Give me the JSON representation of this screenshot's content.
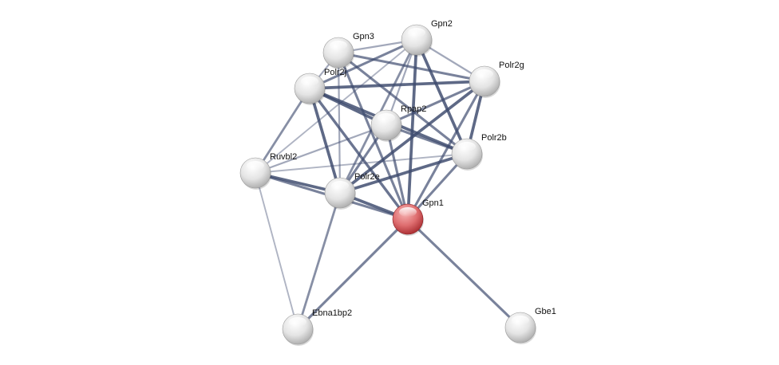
{
  "network": {
    "query_node": "Gpn1",
    "colors": {
      "query": "#d9595c",
      "node": "#e6e6e6",
      "edge": "#3d4a6e"
    },
    "nodes": [
      {
        "id": "Gpn3"
      },
      {
        "id": "Gpn2"
      },
      {
        "id": "Polr2g"
      },
      {
        "id": "Polr2j"
      },
      {
        "id": "Rpap2"
      },
      {
        "id": "Polr2b"
      },
      {
        "id": "Ruvbl2"
      },
      {
        "id": "Polr2e"
      },
      {
        "id": "Gpn1"
      },
      {
        "id": "Ebna1bp2"
      },
      {
        "id": "Gbe1"
      }
    ],
    "edges": [
      {
        "source": "Gpn3",
        "target": "Gpn2",
        "score": 0.4
      },
      {
        "source": "Gpn3",
        "target": "Polr2g",
        "score": 0.7
      },
      {
        "source": "Gpn3",
        "target": "Polr2j",
        "score": 0.4
      },
      {
        "source": "Gpn3",
        "target": "Polr2b",
        "score": 0.7
      },
      {
        "source": "Gpn3",
        "target": "Gpn1",
        "score": 0.7
      },
      {
        "source": "Gpn3",
        "target": "Polr2e",
        "score": 0.4
      },
      {
        "source": "Gpn2",
        "target": "Polr2j",
        "score": 0.7
      },
      {
        "source": "Gpn2",
        "target": "Polr2g",
        "score": 0.4
      },
      {
        "source": "Gpn2",
        "target": "Rpap2",
        "score": 0.4
      },
      {
        "source": "Gpn2",
        "target": "Gpn1",
        "score": 0.9
      },
      {
        "source": "Gpn2",
        "target": "Polr2b",
        "score": 0.9
      },
      {
        "source": "Gpn2",
        "target": "Polr2e",
        "score": 0.6
      },
      {
        "source": "Gpn2",
        "target": "Ruvbl2",
        "score": 0.3
      },
      {
        "source": "Polr2j",
        "target": "Polr2g",
        "score": 0.9
      },
      {
        "source": "Polr2j",
        "target": "Rpap2",
        "score": 0.9
      },
      {
        "source": "Polr2j",
        "target": "Polr2b",
        "score": 0.9
      },
      {
        "source": "Polr2j",
        "target": "Polr2e",
        "score": 0.9
      },
      {
        "source": "Polr2j",
        "target": "Gpn1",
        "score": 0.8
      },
      {
        "source": "Polr2j",
        "target": "Ruvbl2",
        "score": 0.6
      },
      {
        "source": "Polr2g",
        "target": "Rpap2",
        "score": 0.7
      },
      {
        "source": "Polr2g",
        "target": "Polr2b",
        "score": 0.9
      },
      {
        "source": "Polr2g",
        "target": "Polr2e",
        "score": 0.9
      },
      {
        "source": "Polr2g",
        "target": "Gpn1",
        "score": 0.7
      },
      {
        "source": "Rpap2",
        "target": "Polr2b",
        "score": 0.7
      },
      {
        "source": "Rpap2",
        "target": "Gpn1",
        "score": 0.7
      },
      {
        "source": "Rpap2",
        "target": "Polr2e",
        "score": 0.7
      },
      {
        "source": "Rpap2",
        "target": "Ruvbl2",
        "score": 0.4
      },
      {
        "source": "Polr2b",
        "target": "Polr2e",
        "score": 0.9
      },
      {
        "source": "Polr2b",
        "target": "Gpn1",
        "score": 0.7
      },
      {
        "source": "Polr2b",
        "target": "Ruvbl2",
        "score": 0.3
      },
      {
        "source": "Polr2e",
        "target": "Ruvbl2",
        "score": 0.9
      },
      {
        "source": "Polr2e",
        "target": "Gpn1",
        "score": 0.9
      },
      {
        "source": "Polr2e",
        "target": "Ebna1bp2",
        "score": 0.6
      },
      {
        "source": "Ruvbl2",
        "target": "Gpn1",
        "score": 0.7
      },
      {
        "source": "Ruvbl2",
        "target": "Ebna1bp2",
        "score": 0.3
      },
      {
        "source": "Gpn1",
        "target": "Ebna1bp2",
        "score": 0.7
      },
      {
        "source": "Gpn1",
        "target": "Gbe1",
        "score": 0.7
      }
    ]
  }
}
